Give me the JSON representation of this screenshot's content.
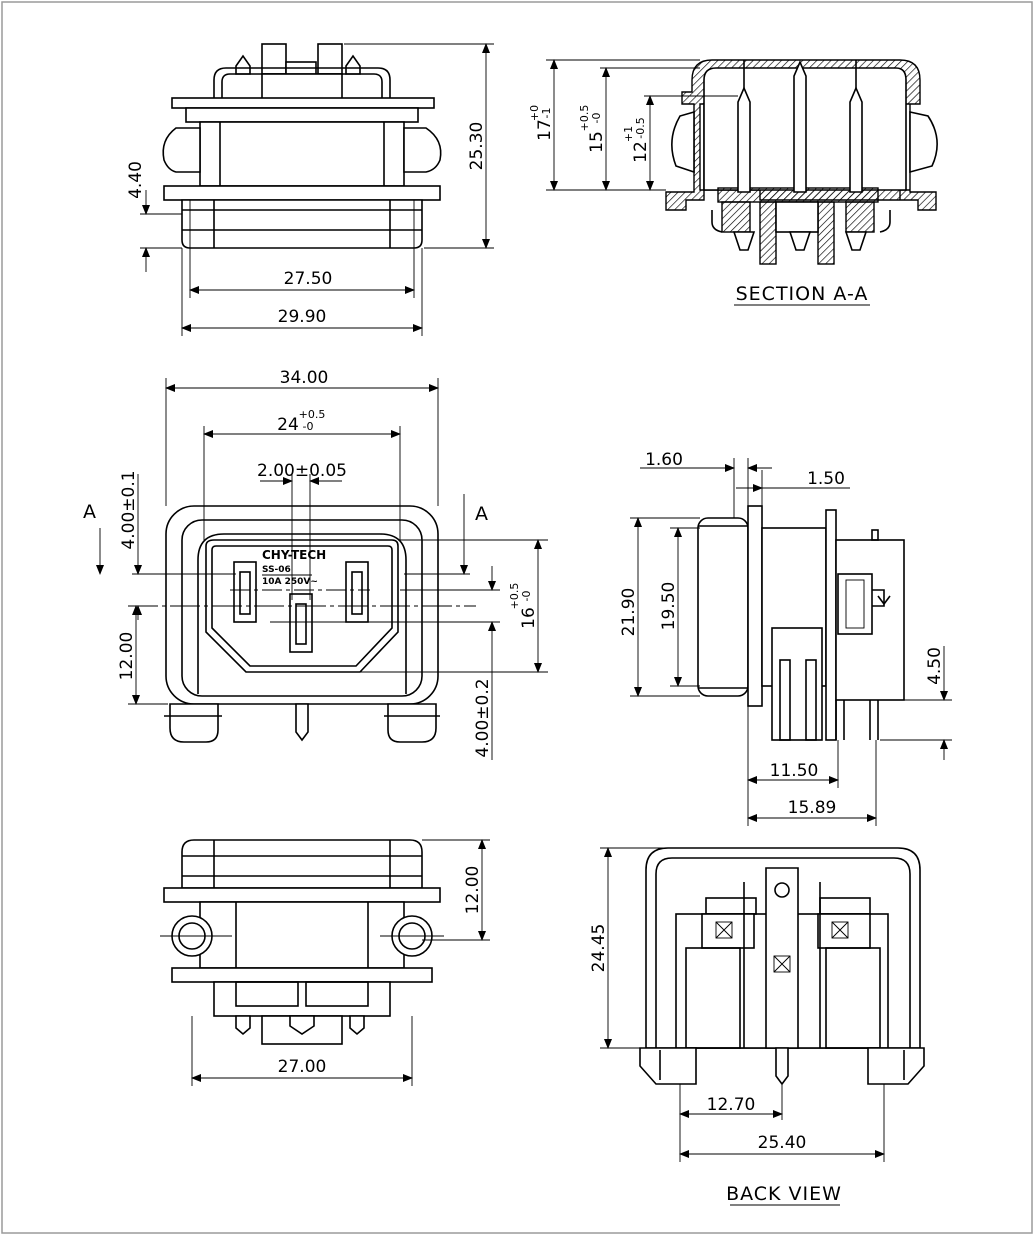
{
  "drawing": {
    "border_color": "#9a9a9a",
    "line_color": "#000000",
    "paper_color": "#ffffff"
  },
  "top_view": {
    "dims": {
      "height": "25.30",
      "flange": "4.40",
      "inner_width": "27.50",
      "outer_width": "29.90"
    }
  },
  "section_view": {
    "title": "SECTION  A-A",
    "dims": {
      "d17": "17",
      "d17_tol_upper": "+0",
      "d17_tol_lower": "-1",
      "d15": "15",
      "d15_tol_upper": "+0.5",
      "d15_tol_lower": "-0",
      "d12": "12",
      "d12_tol_upper": "+1",
      "d12_tol_lower": "-0.5"
    }
  },
  "front_view": {
    "dims": {
      "total_width": "34.00",
      "opening_width": "24",
      "opening_tol_upper": "+0.5",
      "opening_tol_lower": "-0",
      "pin_spacing": "2.00±0.05",
      "top_offset": "4.00±0.1",
      "left_height": "12.00",
      "opening_height": "16",
      "opening_height_tol_upper": "+0.5",
      "opening_height_tol_lower": "-0",
      "bottom_offset": "4.00±0.2"
    },
    "section_marks": {
      "left": "A",
      "right": "A"
    },
    "label": {
      "brand": "CHY-TECH",
      "model": "SS-06",
      "rating": "10A 250V~"
    }
  },
  "side_view": {
    "dims": {
      "d160": "1.60",
      "d150": "1.50",
      "d2190": "21.90",
      "d1950": "19.50",
      "d450": "4.50",
      "d1150": "11.50",
      "d1589": "15.89"
    }
  },
  "bottom_view": {
    "dims": {
      "height": "12.00",
      "width": "27.00"
    }
  },
  "back_view": {
    "title": "BACK  VIEW",
    "dims": {
      "height": "24.45",
      "pin_pitch": "12.70",
      "pin_span": "25.40"
    }
  }
}
